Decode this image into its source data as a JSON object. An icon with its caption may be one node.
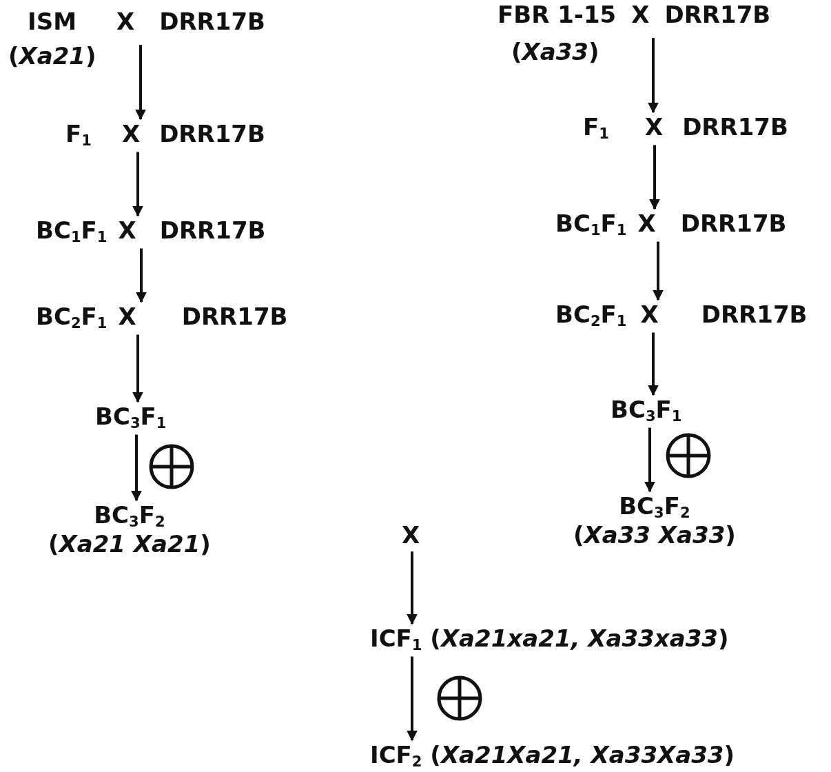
{
  "diagram": {
    "nodes": [
      {
        "text": [
          "ISM",
          "X",
          "DRR17B"
        ],
        "beside": [
          "(*Xa21*)"
        ]
      },
      {
        "text": [
          "F$_{1}$",
          "X",
          "DRR17B"
        ]
      },
      {
        "text": [
          "BC$_{1}$F$_{1}$",
          "X",
          "DRR17B"
        ]
      },
      {
        "text": [
          "BC$_{2}$F$_{1}$",
          "X",
          "DRR17B"
        ]
      },
      {
        "text": [
          "BC$_{3}$F$_{1}$"
        ]
      },
      {
        "text": [
          "BC$_{3}$F$_{2}$",
          "(*Xa21 Xa21*)"
        ]
      },
      {
        "text": [
          "FBR 1-15",
          "X",
          "DRR17B"
        ],
        "beside": [
          "(*Xa33*)"
        ]
      },
      {
        "text": [
          "F$_{1}$",
          "X",
          "DRR17B"
        ]
      },
      {
        "text": [
          "BC$_{1}$F$_{1}$",
          "X",
          "DRR17B"
        ]
      },
      {
        "text": [
          "BC$_{2}$F$_{1}$",
          "X",
          "DRR17B"
        ]
      },
      {
        "text": [
          "BC$_{3}$F$_{1}$"
        ]
      },
      {
        "text": [
          "BC$_{3}$F$_{2}$",
          "(*Xa33 Xa33*)"
        ]
      },
      {
        "text": [
          "X"
        ]
      },
      {
        "text": [
          "ICF$_{1}$ (*Xa21xa21, Xa33xa33*)"
        ]
      },
      {
        "text": [
          "ICF$_{2}$ (*Xa21Xa21, Xa33Xa33*)"
        ]
      }
    ],
    "edges": [
      {
        "from": 0,
        "to": 1,
        "arrow": "to"
      },
      {
        "from": 1,
        "to": 2,
        "arrow": "to"
      },
      {
        "from": 2,
        "to": 3,
        "arrow": "to"
      },
      {
        "from": 3,
        "to": 4,
        "arrow": "to"
      },
      {
        "from": 4,
        "to": 5,
        "arrow": "to"
      },
      {
        "from": 6,
        "to": 7,
        "arrow": "to"
      },
      {
        "from": 7,
        "to": 8,
        "arrow": "to"
      },
      {
        "from": 8,
        "to": 9,
        "arrow": "to"
      },
      {
        "from": 9,
        "to": 10,
        "arrow": "to"
      },
      {
        "from": 10,
        "to": 11,
        "arrow": "to"
      },
      {
        "from": 12,
        "to": 13,
        "arrow": "to"
      },
      {
        "from": 13,
        "to": 14,
        "arrow": "to"
      }
    ]
  }
}
